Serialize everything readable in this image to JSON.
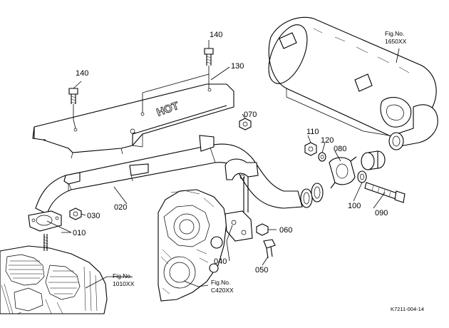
{
  "diagram": {
    "parts": [
      {
        "id": "p010",
        "number": "010"
      },
      {
        "id": "p020",
        "number": "020"
      },
      {
        "id": "p030",
        "number": "030"
      },
      {
        "id": "p040",
        "number": "040"
      },
      {
        "id": "p050",
        "number": "050"
      },
      {
        "id": "p060",
        "number": "060"
      },
      {
        "id": "p070",
        "number": "070"
      },
      {
        "id": "p080",
        "number": "080"
      },
      {
        "id": "p090",
        "number": "090"
      },
      {
        "id": "p100",
        "number": "100"
      },
      {
        "id": "p110",
        "number": "110"
      },
      {
        "id": "p120",
        "number": "120"
      },
      {
        "id": "p130",
        "number": "130"
      },
      {
        "id": "p140a",
        "number": "140"
      },
      {
        "id": "p140b",
        "number": "140"
      }
    ],
    "references": [
      {
        "id": "muffler",
        "line1": "Fig.No.",
        "line2": "1650XX"
      },
      {
        "id": "engine",
        "line1": "Fig.No.",
        "line2": "1010XX"
      },
      {
        "id": "block",
        "line1": "Fig.No.",
        "line2": "C420XX"
      }
    ],
    "shield_marking": "HOT",
    "drawing_code": "K7211-004-14"
  }
}
